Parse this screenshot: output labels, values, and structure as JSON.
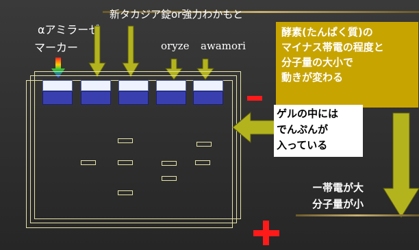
{
  "title_fragment": "新タカジア錠or強力わかもと",
  "labels": {
    "amylase": "αアミラーゼ",
    "marker": "マーカー",
    "oryze": "oryze",
    "awamori": "awamori"
  },
  "notes": {
    "enzyme": [
      "酵素(たんぱく質)の",
      "マイナス帯電の程度と",
      "分子量の大小で",
      "動きが変わる"
    ],
    "gel": [
      "ゲルの中には",
      "でんぷんが",
      "入っている"
    ],
    "charge": [
      "ー帯電が大",
      "分子量が小"
    ]
  },
  "signs": {
    "minus": "−",
    "plus": "+"
  },
  "colors": {
    "note_bg": "#c8a400",
    "gel_note_bg": "#ffffff",
    "arrow": "#b3b31e",
    "sign_red": "#ff1a1a",
    "well_blue": "#3a3fb0"
  }
}
